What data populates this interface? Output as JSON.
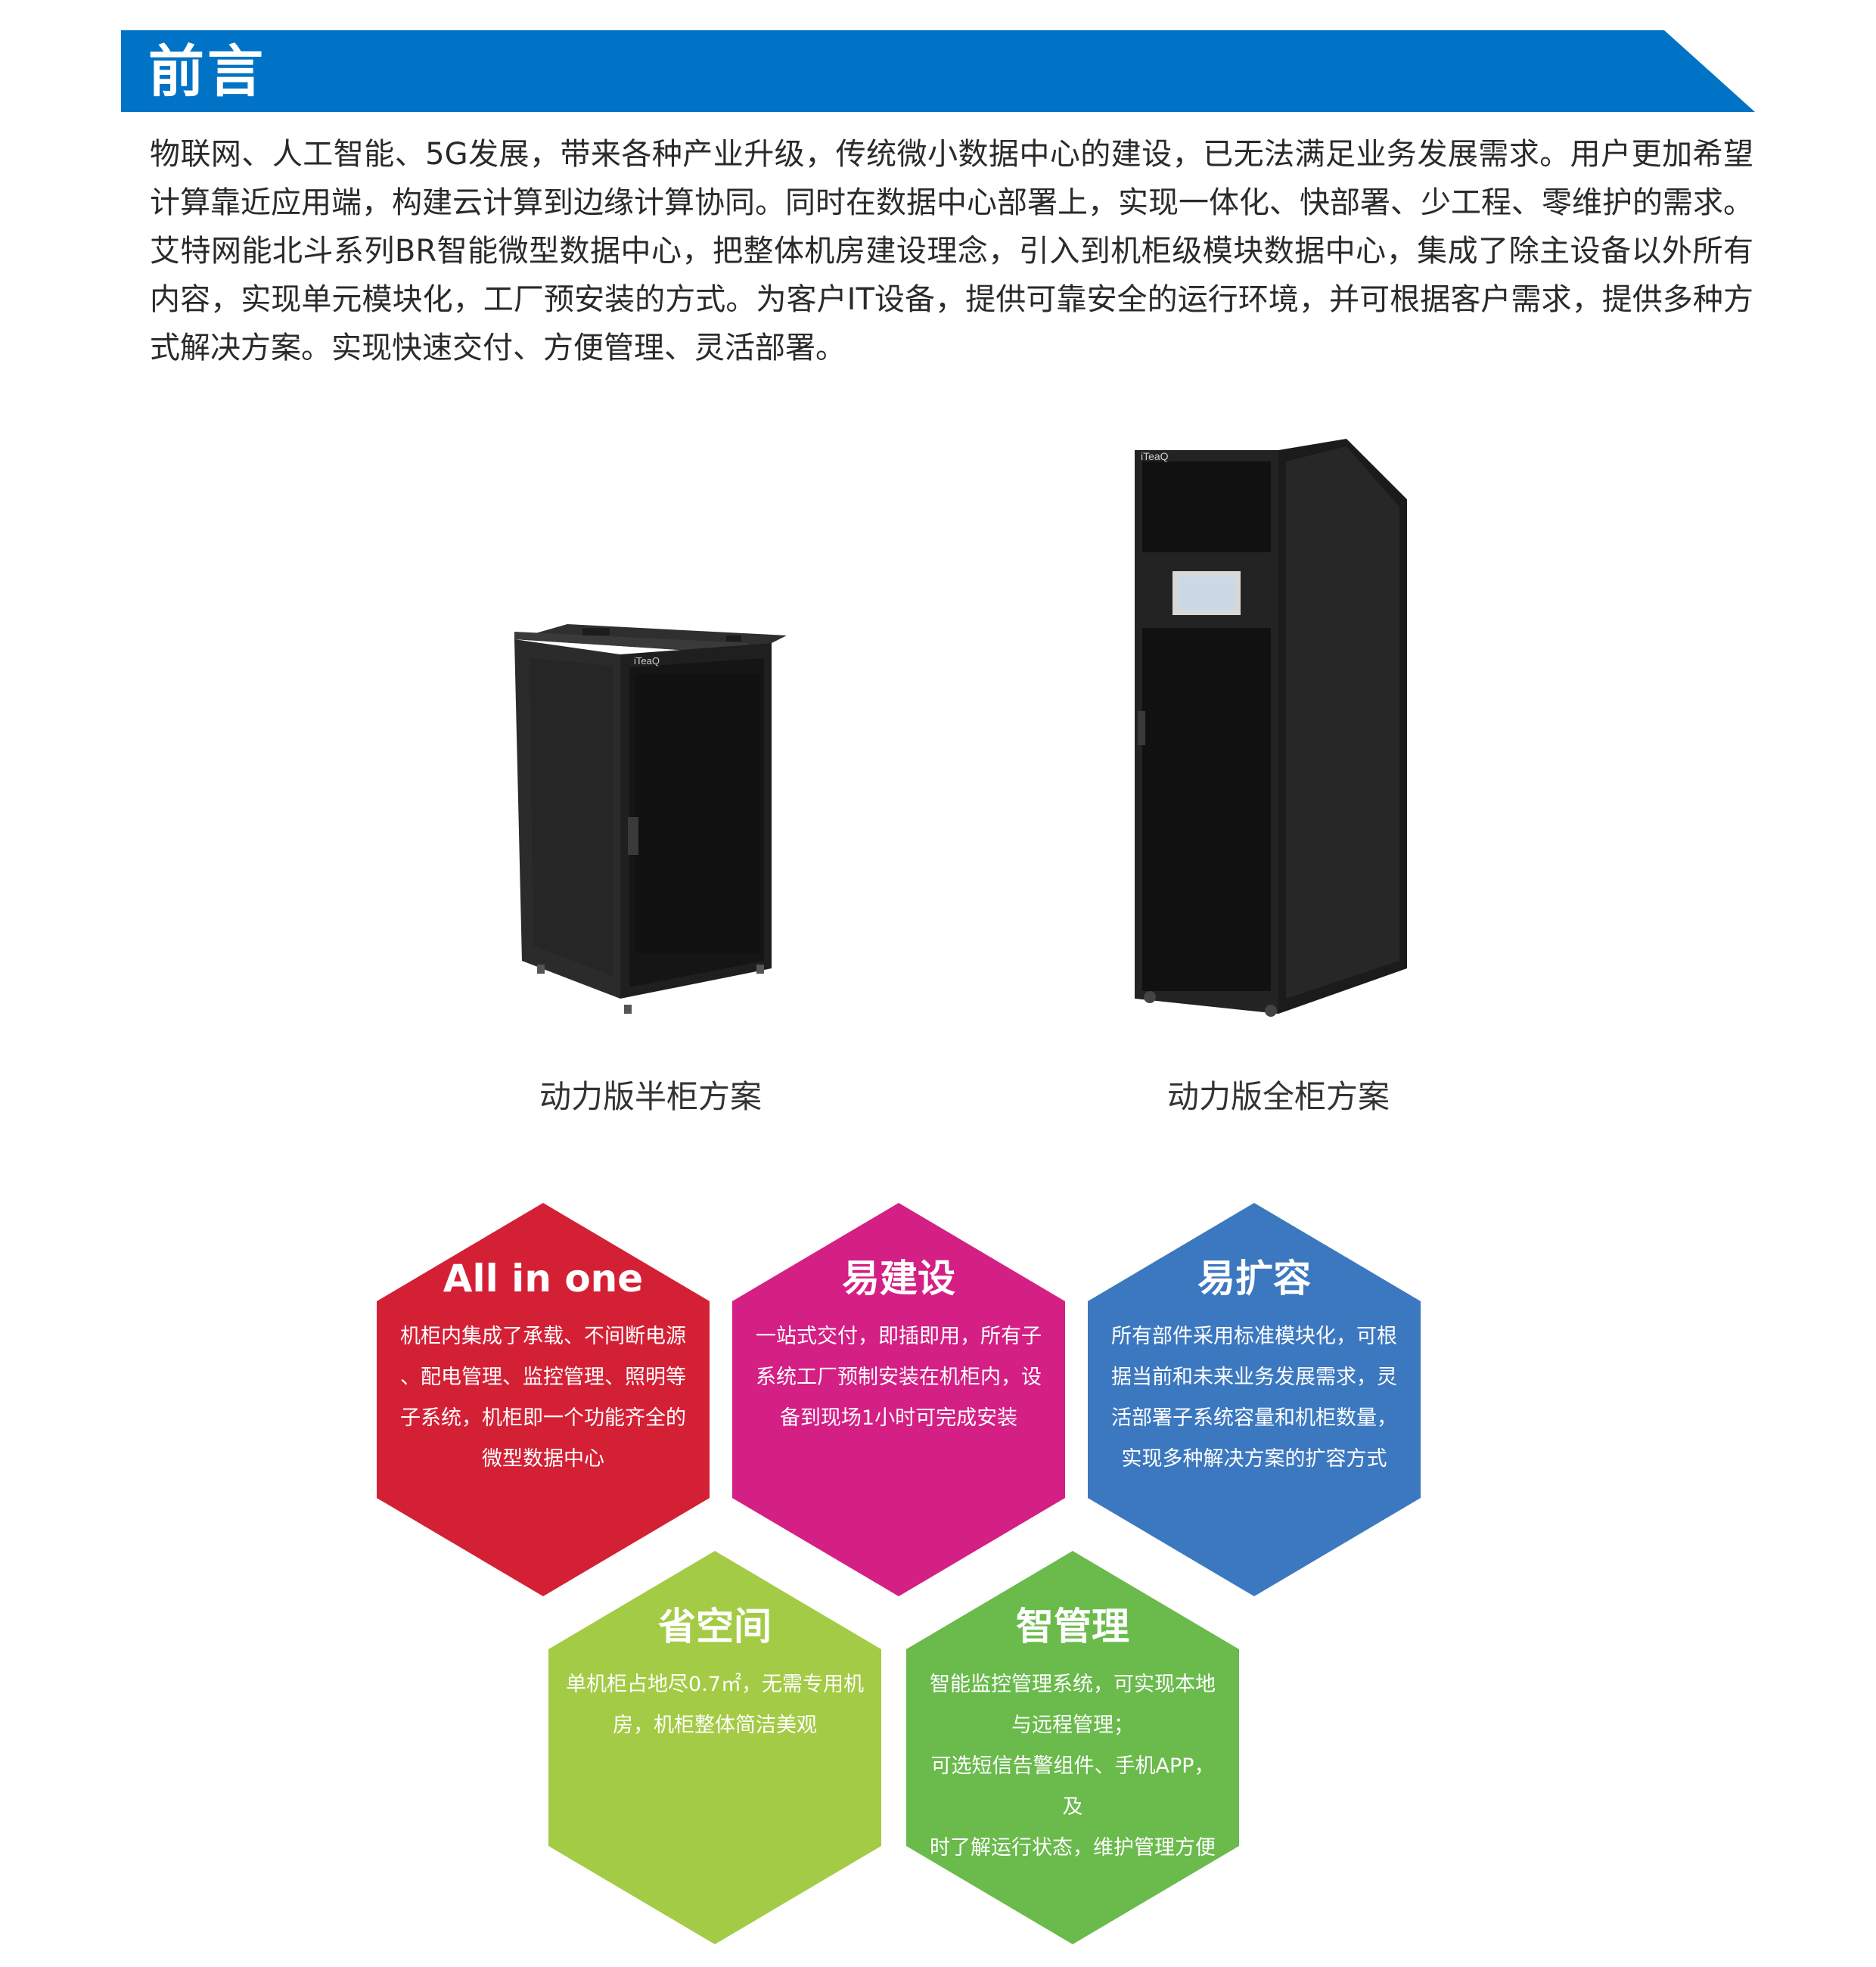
{
  "header": {
    "title": "前言",
    "color": "#0073c6"
  },
  "intro": {
    "paragraphs": [
      "物联网、人工智能、5G发展，带来各种产业升级，传统微小数据中心的建设，已无法满足业务发展需求。用户更加希望计算靠近应用端，构建云计算到边缘计算协同。同时在数据中心部署上，实现一体化、快部署、少工程、零维护的需求。",
      "艾特网能北斗系列BR智能微型数据中心，把整体机房建设理念，引入到机柜级模块数据中心，集成了除主设备以外所有内容，实现单元模块化，工厂预安装的方式。为客户IT设备，提供可靠安全的运行环境，并可根据客户需求，提供多种方式解决方案。实现快速交付、方便管理、灵活部署。"
    ]
  },
  "products": [
    {
      "caption": "动力版半柜方案",
      "brand": "iTeaQ"
    },
    {
      "caption": "动力版全柜方案",
      "brand": "iTeaQ"
    }
  ],
  "features": [
    {
      "title": "All in one",
      "color": "#d42035",
      "lines": [
        "机柜内集成了承载、不间断电源",
        "、配电管理、监控管理、照明等",
        "子系统，机柜即一个功能齐全的",
        "微型数据中心"
      ]
    },
    {
      "title": "易建设",
      "color": "#d41f84",
      "lines": [
        "一站式交付，即插即用，所有子",
        "系统工厂预制安装在机柜内，设",
        "备到现场1小时可完成安装"
      ]
    },
    {
      "title": "易扩容",
      "color": "#3c78c0",
      "lines": [
        "所有部件采用标准模块化，可根",
        "据当前和未来业务发展需求，灵",
        "活部署子系统容量和机柜数量，",
        "实现多种解决方案的扩容方式"
      ]
    },
    {
      "title": "省空间",
      "color": "#a4cb45",
      "lines": [
        "单机柜占地尽0.7㎡，无需专用机",
        "房，机柜整体简洁美观"
      ]
    },
    {
      "title": "智管理",
      "color": "#6aba4c",
      "lines": [
        "智能监控管理系统，可实现本地",
        "与远程管理；",
        "可选短信告警组件、手机APP，及",
        "时了解运行状态，维护管理方便"
      ]
    }
  ]
}
